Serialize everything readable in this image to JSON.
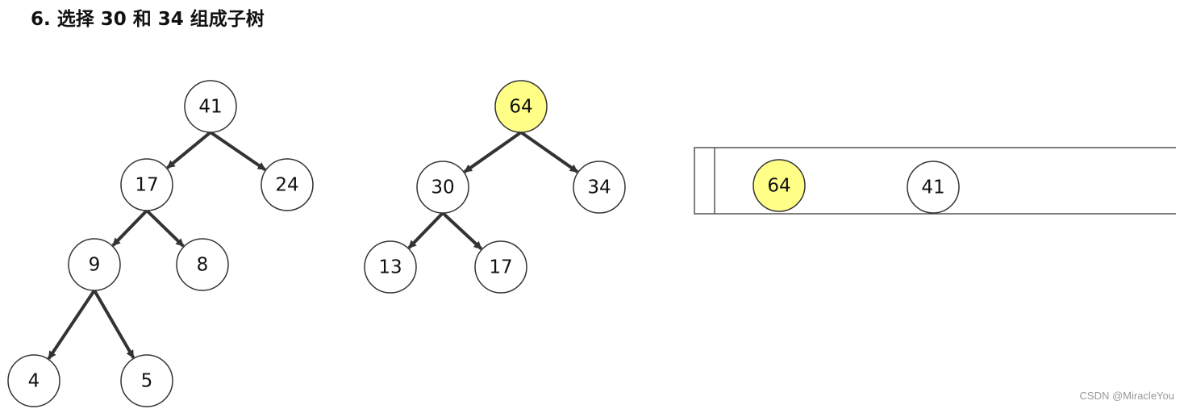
{
  "title": "6. 选择 30 和 34 组成子树",
  "colors": {
    "node_fill": "#ffffff",
    "node_highlight": "#ffff88",
    "node_stroke": "#333333",
    "edge": "#333333"
  },
  "trees": [
    {
      "nodes": [
        {
          "id": "t1-41",
          "label": "41"
        },
        {
          "id": "t1-17",
          "label": "17"
        },
        {
          "id": "t1-24",
          "label": "24"
        },
        {
          "id": "t1-9",
          "label": "9"
        },
        {
          "id": "t1-8",
          "label": "8"
        },
        {
          "id": "t1-4",
          "label": "4"
        },
        {
          "id": "t1-5",
          "label": "5"
        }
      ],
      "edges": [
        [
          "t1-41",
          "t1-17"
        ],
        [
          "t1-41",
          "t1-24"
        ],
        [
          "t1-17",
          "t1-9"
        ],
        [
          "t1-17",
          "t1-8"
        ],
        [
          "t1-9",
          "t1-4"
        ],
        [
          "t1-9",
          "t1-5"
        ]
      ]
    },
    {
      "nodes": [
        {
          "id": "t2-64",
          "label": "64",
          "highlighted": true
        },
        {
          "id": "t2-30",
          "label": "30"
        },
        {
          "id": "t2-34",
          "label": "34"
        },
        {
          "id": "t2-13",
          "label": "13"
        },
        {
          "id": "t2-17",
          "label": "17"
        }
      ],
      "edges": [
        [
          "t2-64",
          "t2-30"
        ],
        [
          "t2-64",
          "t2-34"
        ],
        [
          "t2-30",
          "t2-13"
        ],
        [
          "t2-30",
          "t2-17"
        ]
      ]
    }
  ],
  "queue": {
    "items": [
      {
        "id": "q-64",
        "label": "64",
        "highlighted": true
      },
      {
        "id": "q-41",
        "label": "41"
      }
    ]
  },
  "watermark": "CSDN @MiracleYou"
}
